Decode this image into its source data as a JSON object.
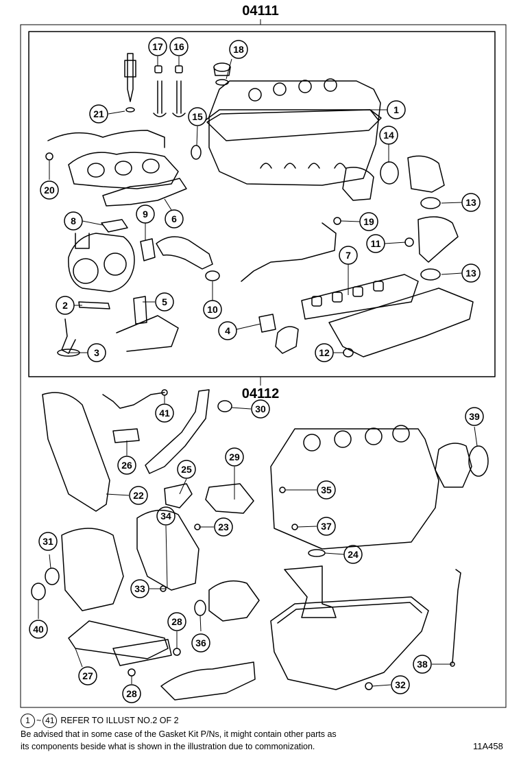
{
  "assembly_codes": {
    "upper": "04111",
    "lower": "04112"
  },
  "callouts": [
    "1",
    "2",
    "3",
    "4",
    "5",
    "6",
    "7",
    "8",
    "9",
    "10",
    "11",
    "12",
    "13",
    "13",
    "14",
    "15",
    "16",
    "17",
    "18",
    "19",
    "20",
    "21",
    "22",
    "23",
    "24",
    "25",
    "26",
    "27",
    "28",
    "28",
    "29",
    "30",
    "31",
    "32",
    "33",
    "34",
    "35",
    "36",
    "37",
    "38",
    "39",
    "40",
    "41"
  ],
  "footnote": {
    "range_start": "1",
    "range_sep": "~",
    "range_end": "41",
    "range_text": "REFER TO ILLUST NO.2 OF 2",
    "line1": "Be advised that in some case of the Gasket Kit P/Ns,  it might contain other parts as",
    "line2": "its components beside what is shown in the illustration due to commonization."
  },
  "figure_code": "11A458"
}
